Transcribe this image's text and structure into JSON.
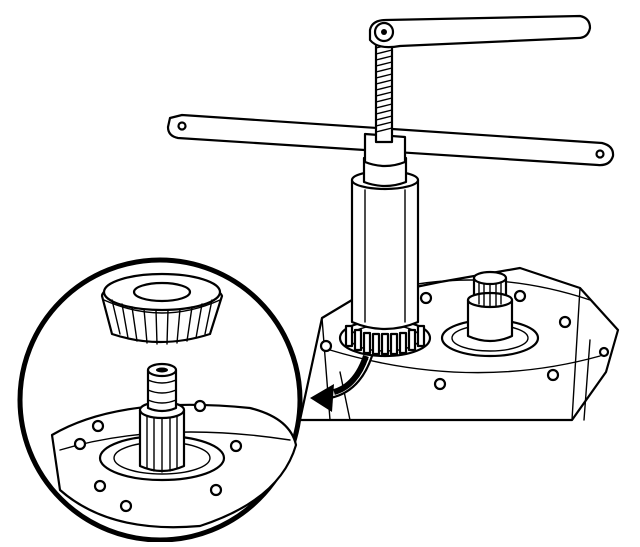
{
  "figure": {
    "tool": "bearing-puller",
    "components": [
      "t-handle",
      "threaded-spindle",
      "crossbar",
      "puller-sleeve",
      "tapered-roller-bearing",
      "splined-shaft",
      "transmission-housing"
    ],
    "has_detail_magnifier": true,
    "arrow_direction": "housing-to-detail",
    "colors": {
      "ink": "#000000",
      "paper": "#ffffff"
    }
  }
}
